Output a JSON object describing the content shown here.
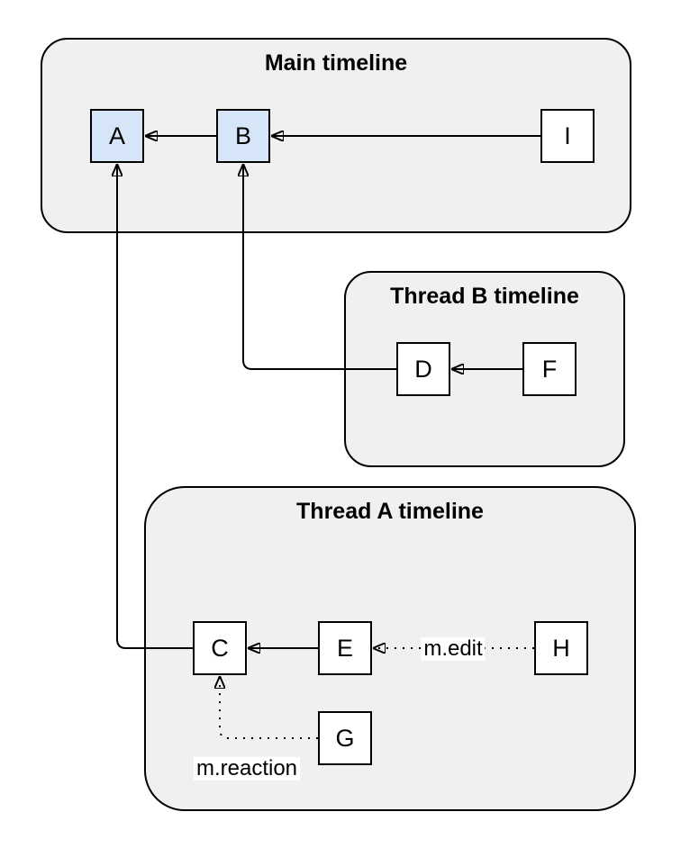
{
  "diagram_type": "event-relationship diagram of message timelines",
  "colors": {
    "canvas_background": "#ffffff",
    "timeline_fill": "#f0f0f0",
    "timeline_border": "#000000",
    "node_fill": "#ffffff",
    "node_fill_highlighted": "#d6e6f8",
    "node_border": "#000000",
    "edge_color": "#000000",
    "edge_label_background": "#ffffff",
    "text_color": "#000000"
  },
  "timelines": {
    "main": {
      "title": "Main timeline"
    },
    "thread_b": {
      "title": "Thread B timeline"
    },
    "thread_a": {
      "title": "Thread A timeline"
    }
  },
  "nodes": {
    "A": {
      "label": "A",
      "timeline": "main",
      "highlighted": true
    },
    "B": {
      "label": "B",
      "timeline": "main",
      "highlighted": true
    },
    "I": {
      "label": "I",
      "timeline": "main",
      "highlighted": false
    },
    "D": {
      "label": "D",
      "timeline": "thread_b",
      "highlighted": false
    },
    "F": {
      "label": "F",
      "timeline": "thread_b",
      "highlighted": false
    },
    "C": {
      "label": "C",
      "timeline": "thread_a",
      "highlighted": false
    },
    "E": {
      "label": "E",
      "timeline": "thread_a",
      "highlighted": false
    },
    "H": {
      "label": "H",
      "timeline": "thread_a",
      "highlighted": false
    },
    "G": {
      "label": "G",
      "timeline": "thread_a",
      "highlighted": false
    }
  },
  "edges": {
    "b_a": {
      "from": "B",
      "to": "A",
      "style": "solid",
      "label": ""
    },
    "i_b": {
      "from": "I",
      "to": "B",
      "style": "solid",
      "label": ""
    },
    "f_d": {
      "from": "F",
      "to": "D",
      "style": "solid",
      "label": ""
    },
    "d_b": {
      "from": "D",
      "to": "B",
      "style": "solid",
      "label": ""
    },
    "c_a": {
      "from": "C",
      "to": "A",
      "style": "solid",
      "label": ""
    },
    "e_c": {
      "from": "E",
      "to": "C",
      "style": "solid",
      "label": ""
    },
    "h_e": {
      "from": "H",
      "to": "E",
      "style": "dotted",
      "label": "m.edit"
    },
    "g_c": {
      "from": "G",
      "to": "C",
      "style": "dotted",
      "label": "m.reaction"
    }
  }
}
